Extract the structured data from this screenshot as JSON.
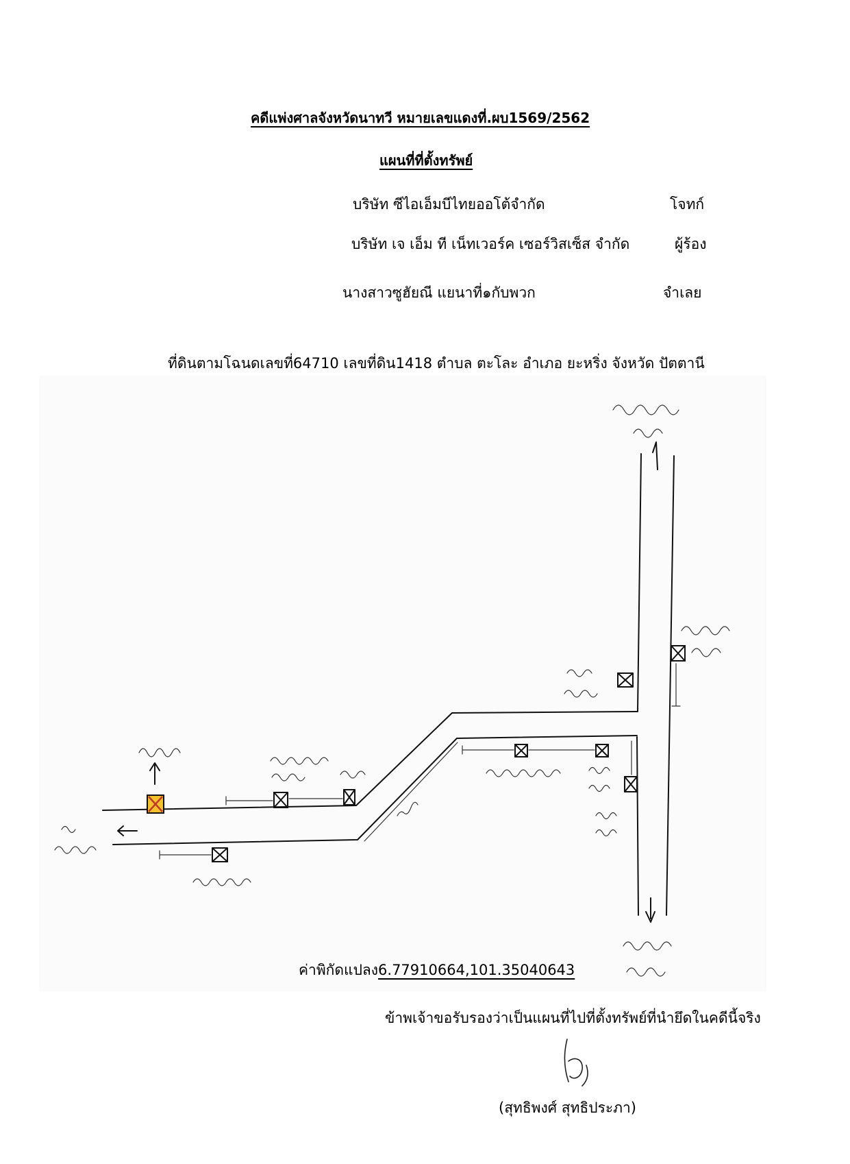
{
  "header": {
    "case_title": "คดีแพ่งศาลจังหวัดนาทวี หมายเลขแดงที่.ผบ1569/2562",
    "subtitle": "แผนที่ที่ตั้งทรัพย์"
  },
  "parties": [
    {
      "name": "บริษัท ซีไอเอ็มบีไทยออโต้จำกัด",
      "role": "โจทก์"
    },
    {
      "name": "บริษัท  เจ เอ็ม ที เน็ทเวอร์ค เซอร์วิสเซ็ส จำกัด",
      "role": "ผู้ร้อง"
    },
    {
      "name": "นางสาวซูฮัยณี แยนาที่๑กับพวก",
      "role": "จำเลย"
    }
  ],
  "land_description": "ที่ดินตามโฉนดเลขที่64710 เลขที่ดิน1418 ตำบล ตะโละ อำเภอ ยะหริ่ง จังหวัด ปัตตานี",
  "coordinates": {
    "label": "ค่าพิกัดแปลง",
    "value": "6.77910664,101.35040643"
  },
  "certification": "ข้าพเจ้าขอรับรองว่าเป็นแผนที่ไปที่ตั้งทรัพย์ที่นำยึดในคดีนี้จริง",
  "signatory": "(สุทธิพงศ์ สุทธิประภา)",
  "map": {
    "property_marker_color": "#f2c12e",
    "ink_color": "#111111"
  }
}
